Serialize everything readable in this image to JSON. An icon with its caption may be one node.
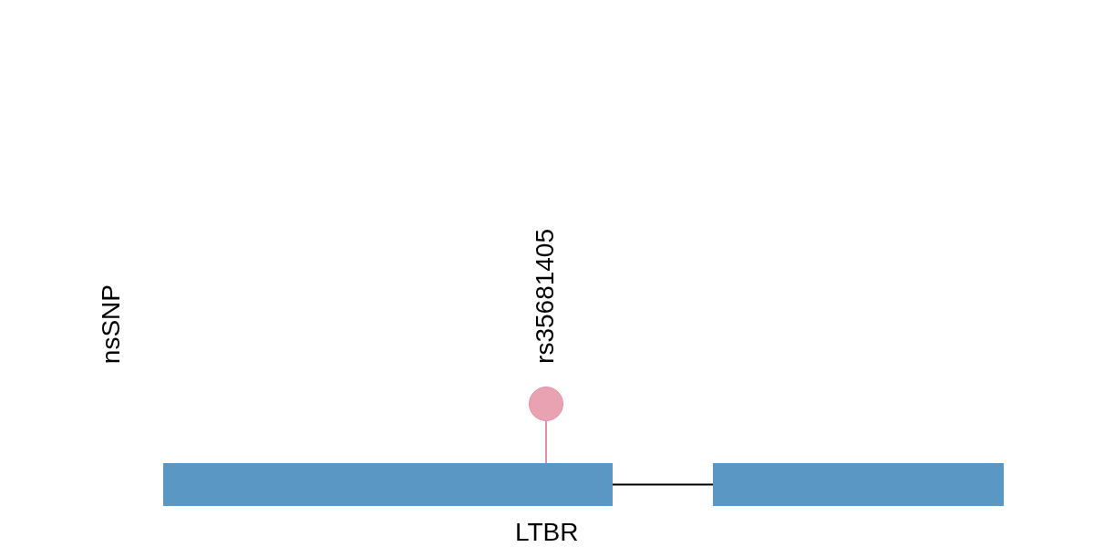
{
  "diagram": {
    "nodes": [
      {
        "text": [],
        "shape": "bar"
      },
      {
        "text": [],
        "shape": "bar"
      },
      {
        "text": [],
        "shape": "circle",
        "beside": [
          "rs35681405"
        ]
      }
    ],
    "edges": [
      {
        "from": 0,
        "to": 1,
        "arrow": "none"
      },
      {
        "from": 2,
        "to": 0,
        "arrow": "none",
        "color": "#e491a6"
      }
    ],
    "labels": [
      "nsSNP",
      "LTBR"
    ]
  }
}
